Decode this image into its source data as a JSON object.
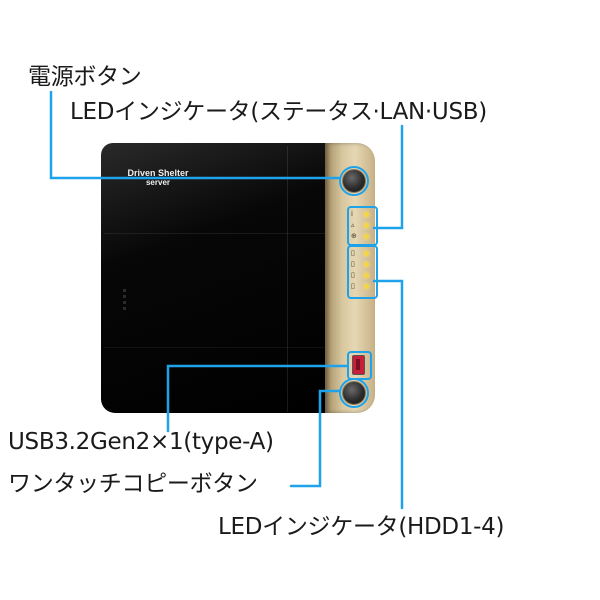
{
  "device": {
    "brand_line1": "Driven Shelter",
    "brand_line2": "server"
  },
  "labels": {
    "power_button": "電源ボタン",
    "led_status": "LEDインジケータ(ステータス·LAN·USB)",
    "usb_port": "USB3.2Gen2×1(type-A)",
    "copy_button": "ワンタッチコピーボタン",
    "led_hdd": "LEDインジケータ(HDD1-4)"
  },
  "icons": {
    "status_led_symbols": [
      "info-icon",
      "network-icon",
      "usb-icon"
    ],
    "hdd_led_symbols": [
      "disk-icon",
      "disk-icon",
      "disk-icon",
      "disk-icon"
    ]
  },
  "colors": {
    "leader_line": "#1ea3ea",
    "led_on": "#f3d443",
    "usb_port": "#c81e3a",
    "panel_gold": "#d8c79f"
  }
}
